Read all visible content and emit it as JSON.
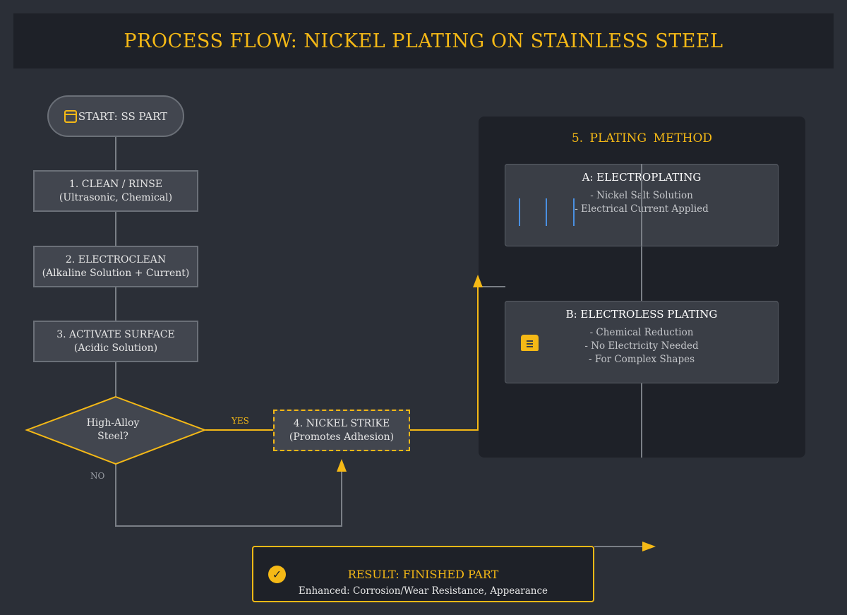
{
  "header": {
    "title": "PROCESS FLOW: NICKEL PLATING ON STAINLESS STEEL"
  },
  "start": {
    "label": "START: SS PART",
    "icon": "container-icon"
  },
  "steps": [
    {
      "line1": "1. CLEAN / RINSE",
      "line2": "(Ultrasonic, Chemical)"
    },
    {
      "line1": "2. ELECTROCLEAN",
      "line2": "(Alkaline Solution + Current)"
    },
    {
      "line1": "3. ACTIVATE SURFACE",
      "line2": "(Acidic Solution)"
    }
  ],
  "decision": {
    "line1": "High-Alloy",
    "line2": "Steel?",
    "yes_label": "YES",
    "no_label": "NO"
  },
  "strike": {
    "line1": "4. NICKEL STRIKE",
    "line2": "(Promotes Adhesion)"
  },
  "plating": {
    "title": "5. PLATING METHOD",
    "electroplating": {
      "title": "A: ELECTROPLATING",
      "lines": [
        "- Nickel Salt Solution",
        "- Electrical Current Applied"
      ],
      "icon": "electrodes-icon"
    },
    "electroless": {
      "title": "B: ELECTROLESS PLATING",
      "lines": [
        "- Chemical Reduction",
        "- No Electricity Needed",
        "- For Complex Shapes"
      ],
      "icon": "document-icon"
    }
  },
  "result": {
    "title": "RESULT: FINISHED PART",
    "subtitle": "Enhanced: Corrosion/Wear Resistance, Appearance",
    "icon": "check-circle-icon"
  },
  "colors": {
    "accent": "#f5b916",
    "box_fill": "#42464f",
    "box_border": "#6b7078",
    "background": "#2b2f37",
    "panel": "#1e2128",
    "electrode": "#4a90e2"
  }
}
